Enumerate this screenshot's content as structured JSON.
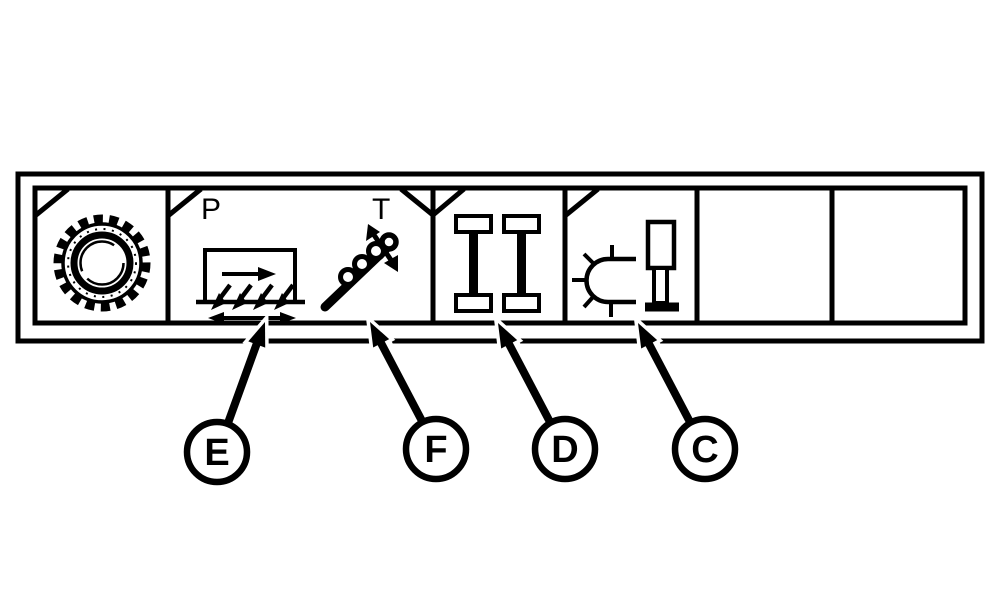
{
  "diagram": {
    "kind": "technical-line-illustration",
    "background_color": "#ffffff",
    "line_color": "#000000",
    "description": "Operator console strip with symbol cells and four lettered callouts pointing at the cells"
  },
  "console_panel": {
    "port_labels": {
      "pressure": "P",
      "tank": "T"
    },
    "cells": [
      {
        "icon": "gear-ring-icon"
      },
      {
        "icon": "vibrating-box-over-tines-icon",
        "secondary_icon": "auger-chain-icon",
        "labels": [
          "P",
          "T"
        ]
      },
      {
        "icon": "dual-i-beam-axle-icon"
      },
      {
        "icon": "beacon-light-icon",
        "secondary_icon": "hydraulic-cylinder-icon"
      },
      {
        "icon": ""
      },
      {
        "icon": ""
      }
    ]
  },
  "callouts": [
    {
      "label": "E"
    },
    {
      "label": "F"
    },
    {
      "label": "D"
    },
    {
      "label": "C"
    }
  ]
}
